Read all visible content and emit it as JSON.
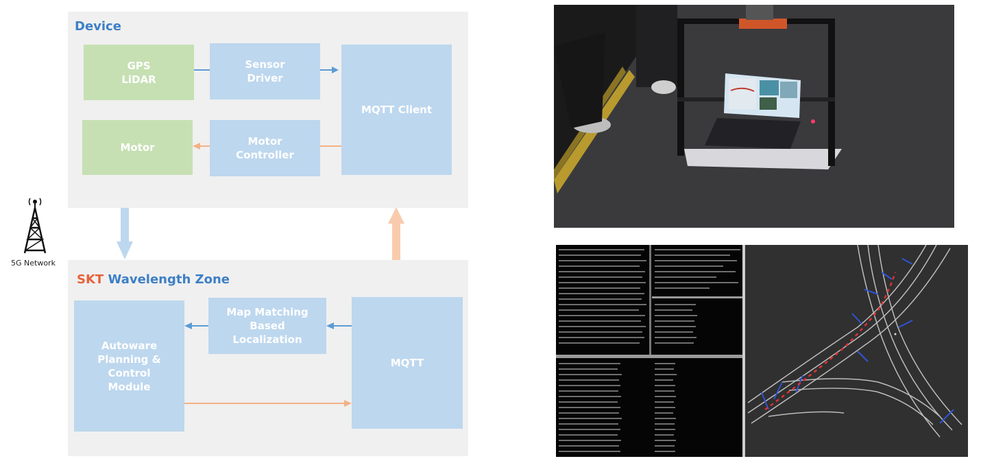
{
  "device_zone": {
    "title": "Device",
    "gps_lidar": "GPS\nLiDAR",
    "sensor_driver": "Sensor\nDriver",
    "mqtt_client": "MQTT Client",
    "motor": "Motor",
    "motor_controller": "Motor\nController"
  },
  "network": {
    "label": "5G Network"
  },
  "skt_zone": {
    "title_brand": "SKT",
    "title_rest": "Wavelength Zone",
    "autoware": "Autoware\nPlanning &\nControl\nModule",
    "map_matching": "Map Matching\nBased\nLocalization",
    "mqtt": "MQTT"
  },
  "colors": {
    "zone_bg": "#f0f0f0",
    "title_blue": "#3d7fc6",
    "brand_orange": "#e8623a",
    "box_green": "#c6e0b3",
    "box_blue": "#bdd7ee",
    "arrow_blue": "#5b9bd5",
    "arrow_orange": "#f4b183"
  }
}
